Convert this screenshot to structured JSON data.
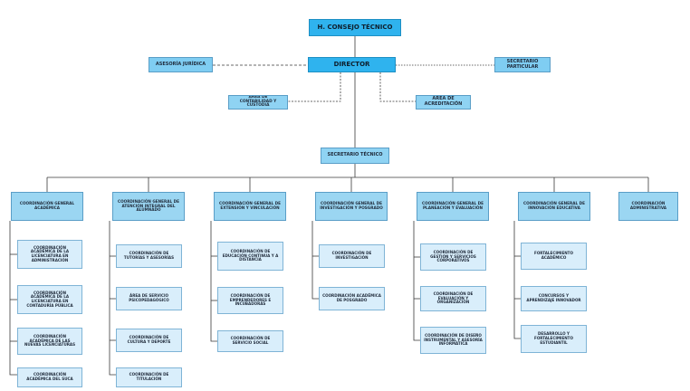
{
  "consejo": "H. CONSEJO TÉCNICO",
  "director": "DIRECTOR",
  "asesoria": "ASESORÍA JURÍDICA",
  "secretario_particular": "SECRETARIO PARTICULAR",
  "contabilidad": "ÁREA DE CONTABILIDAD Y CUSTODIA",
  "acreditacion": "ÁREA DE ACREDITACIÓN",
  "secretario_tecnico": "SECRETARIO TÉCNICO",
  "coordinaciones": [
    {
      "title": "COORDINACIÓN GENERAL ACADÉMICA",
      "subs": [
        "COORDINACIÓN ACADÉMICA DE LA LICENCIATURA EN ADMINISTRACIÓN",
        "COORDINACIÓN ACADÉMICA DE LA LICENCIATURA EN CONTADURÍA PÚBLICA",
        "COORDINACIÓN ACADÉMICA DE LAS NUEVAS LICENCIATURAS",
        "COORDINACIÓN ACADÉMICA DEL SUCA"
      ]
    },
    {
      "title": "COORDINACIÓN GENERAL DE ATENCIÓN INTEGRAL DEL ALUMNADO",
      "subs": [
        "COORDINACIÓN DE TUTORÍAS Y ASESORÍAS",
        "ÁREA DE SERVICIO PSICOPEDAGÓGICO",
        "COORDINACIÓN DE CULTURA Y DEPORTE",
        "COORDINACIÓN DE TITULACIÓN"
      ]
    },
    {
      "title": "COORDINACIÓN GENERAL DE EXTENSIÓN Y VINCULACIÓN",
      "subs": [
        "COORDINACIÓN DE EDUCACIÓN CONTINUA Y A DISTANCIA",
        "COORDINACIÓN DE EMPRENDEDORES E INCUBADORAS",
        "COORDINACIÓN DE SERVICIO SOCIAL"
      ]
    },
    {
      "title": "COORDINACIÓN GENERAL DE INVESTIGACIÓN Y POSGRADO",
      "subs": [
        "COORDINACIÓN DE INVESTIGACIÓN",
        "COORDINACIÓN ACADÉMICA DE POSGRADO"
      ]
    },
    {
      "title": "COORDINACIÓN GENERAL DE PLANEACIÓN Y EVALUACIÓN",
      "subs": [
        "COORDINACIÓN DE GESTIÓN Y SERVICIOS CORPORATIVOS",
        "COORDINACIÓN DE EVALUACIÓN Y ORGANIZACIÓN",
        "COORDINACIÓN DE DISEÑO INSTRUMENTAL Y ASESORÍA INFORMÁTICA"
      ]
    },
    {
      "title": "COORDINACIÓN GENERAL DE INNOVACIÓN EDUCATIVA",
      "subs": [
        "FORTALECIMIENTO ACADÉMICO",
        "CONCURSOS Y APRENDIZAJE INNOVADOR",
        "DESARROLLO Y FORTALECIMIENTO ESTUDIANTIL"
      ]
    },
    {
      "title": "COORDINACIÓN ADMINISTRATIVA",
      "subs": []
    }
  ]
}
